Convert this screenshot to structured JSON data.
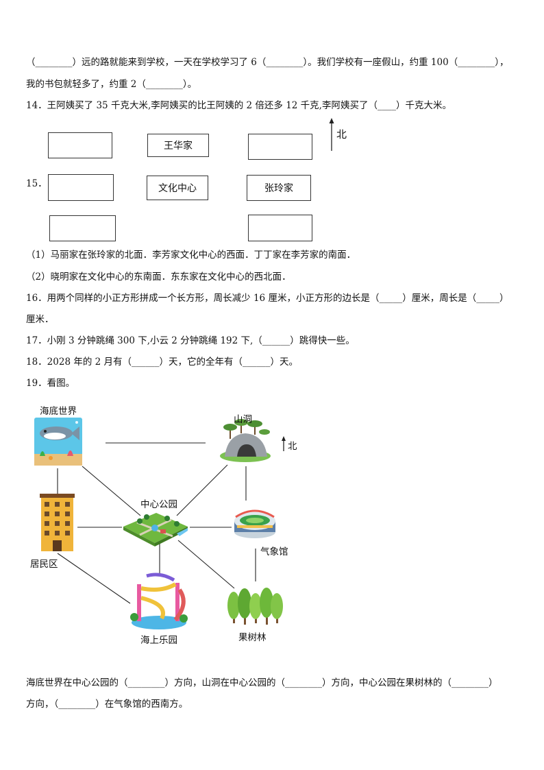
{
  "lines": {
    "l1": "（________）远的路就能来到学校，一天在学校学习了 6（________）。我们学校有一座假山，约重 100（________），",
    "l2": "我的书包就轻多了，约重 2（________）。",
    "q14": "14．王阿姨买了 35 千克大米,李阿姨买的比王阿姨的 2 倍还多 12 千克,李阿姨买了（____）千克大米。",
    "q15_num": "15．",
    "q15_1": "（1）马丽家在张玲家的北面．李芳家文化中心的西面．丁丁家在李芳家的南面．",
    "q15_2": "（2）晓明家在文化中心的东南面．东东家在文化中心的西北面．",
    "q16a": "16．用两个同样的小正方形拼成一个长方形，周长减少 16 厘米，小正方形的边长是（_____）厘米，周长是（_____）",
    "q16b": "厘米．",
    "q17": "17．小刚 3 分钟跳绳 300 下,小云 2 分钟跳绳 192 下,（______）跳得快一些。",
    "q18": "18．2028 年的 2 月有（______）天，它的全年有（______）天。",
    "q19": "19．看图。",
    "q19a": "海底世界在中心公园的（________）方向，山洞在中心公园的（________）方向，中心公园在果树林的（________）",
    "q19b": "方向，（________）在气象馆的西南方。"
  },
  "grid15": {
    "north": "北",
    "cells": [
      "王华家",
      "文化中心",
      "张玲家"
    ]
  },
  "map19": {
    "north": "北",
    "places": [
      "海底世界",
      "山洞",
      "中心公园",
      "居民区",
      "气象馆",
      "海上乐园",
      "果树林"
    ]
  }
}
